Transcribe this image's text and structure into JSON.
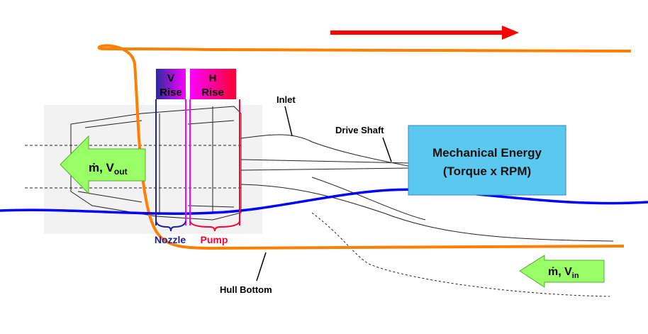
{
  "labels": {
    "v_rise_1": "V",
    "v_rise_2": "Rise",
    "h_rise_1": "H",
    "h_rise_2": "Rise",
    "inlet": "Inlet",
    "drive_shaft": "Drive Shaft",
    "mech_1": "Mechanical Energy",
    "mech_2": "(Torque x RPM)",
    "nozzle": "Nozzle",
    "pump": "Pump",
    "hull_bottom": "Hull Bottom",
    "out_m": "ṁ, V",
    "out_sub": "out",
    "in_m": "ṁ, V",
    "in_sub": "in"
  },
  "colors": {
    "flow_direction_arrow": "#ff0000",
    "control_volume": "#ff7f00",
    "waterline": "#0000ff",
    "mechanical_energy_box": "#5bc8f0",
    "flow_arrows": "#99ff66",
    "nozzle_bracket": "#1f1fa0",
    "pump_bracket": "#ff0033"
  }
}
